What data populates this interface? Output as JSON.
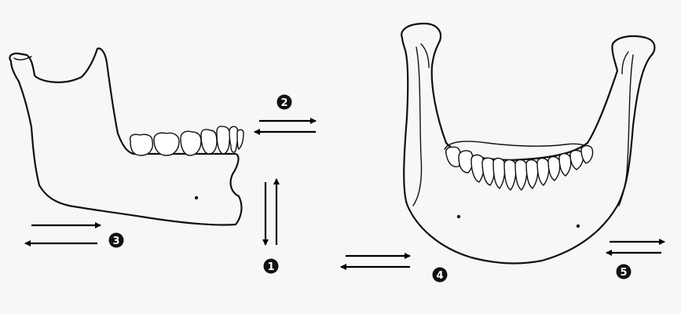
{
  "labels": {
    "one": "1",
    "two": "2",
    "three": "3",
    "four": "4",
    "five": "5"
  },
  "colors": {
    "ink": "#111111",
    "background": "#f7f7f7",
    "badge": "#111111"
  }
}
